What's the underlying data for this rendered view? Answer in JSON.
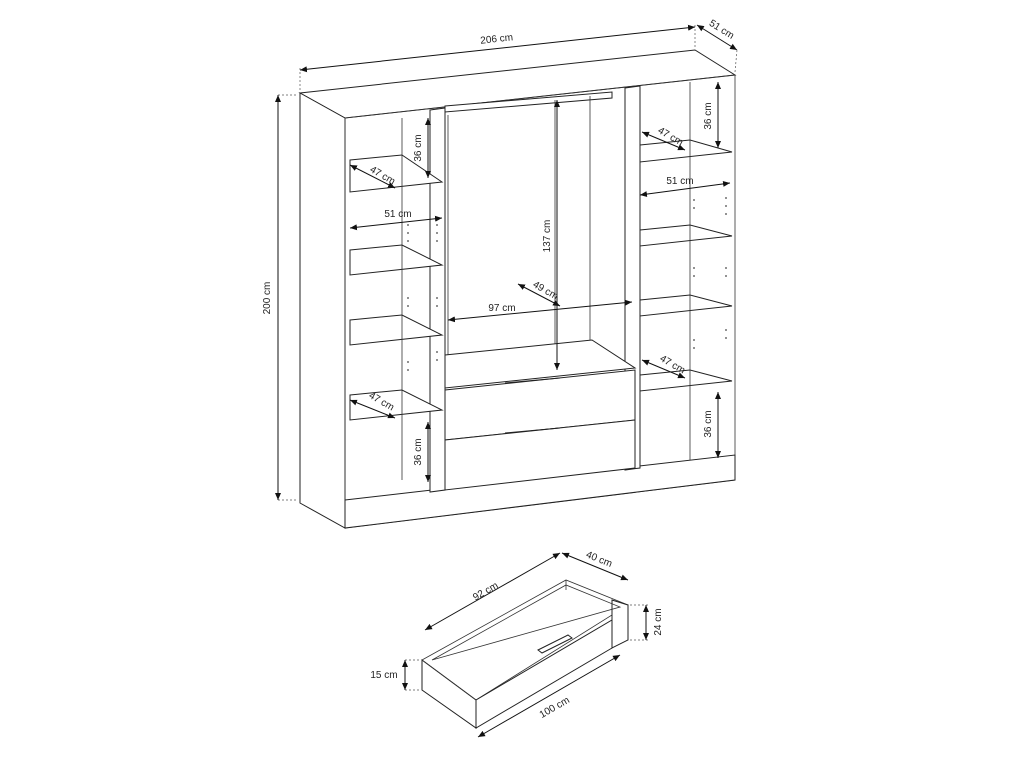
{
  "wardrobe": {
    "width": "206 cm",
    "depth": "51 cm",
    "height": "200 cm",
    "left_shelf_depth_top": "47 cm",
    "left_shelf_gap_top": "36 cm",
    "left_inner_width": "51 cm",
    "left_shelf_depth_bottom": "47 cm",
    "left_shelf_gap_bottom": "36 cm",
    "center_hanging_height": "137 cm",
    "center_depth": "49 cm",
    "center_width": "97 cm",
    "right_shelf_gap_top": "36 cm",
    "right_shelf_depth_top": "47 cm",
    "right_inner_width": "51 cm",
    "right_shelf_depth_bottom": "47 cm",
    "right_shelf_gap_bottom": "36 cm"
  },
  "drawer": {
    "inner_length": "92 cm",
    "depth": "40 cm",
    "front_height": "24 cm",
    "side_height": "15 cm",
    "front_width": "100 cm"
  }
}
